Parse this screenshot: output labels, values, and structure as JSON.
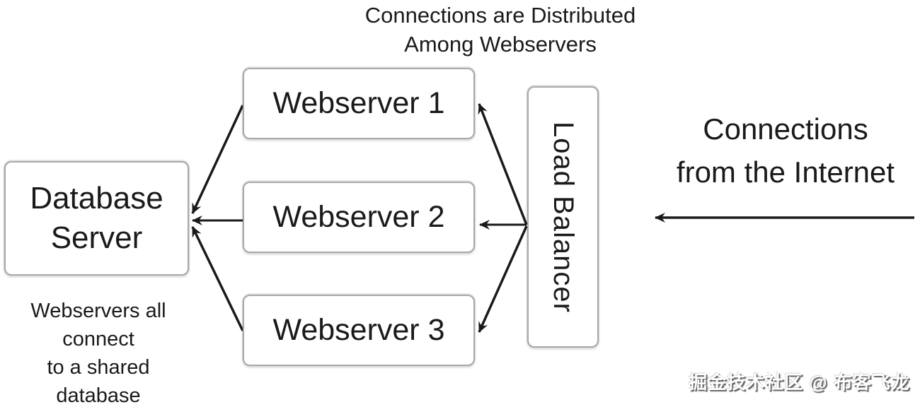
{
  "title": "Connections are Distributed\nAmong Webservers",
  "nodes": {
    "webserver1": {
      "label": "Webserver 1"
    },
    "webserver2": {
      "label": "Webserver 2"
    },
    "webserver3": {
      "label": "Webserver 3"
    },
    "load_balancer": {
      "label": "Load Balancer"
    },
    "database_server": {
      "label": "Database\nServer"
    }
  },
  "annotations": {
    "internet_label": "Connections\nfrom the Internet",
    "database_note": "Webservers all\nconnect\nto a shared\ndatabase",
    "watermark": "掘金技术社区 @ 布客飞龙"
  },
  "edges": [
    {
      "from": "internet",
      "to": "load_balancer",
      "direction": "left"
    },
    {
      "from": "load_balancer",
      "to": "webserver1"
    },
    {
      "from": "load_balancer",
      "to": "webserver2"
    },
    {
      "from": "load_balancer",
      "to": "webserver3"
    },
    {
      "from": "webserver1",
      "to": "database_server"
    },
    {
      "from": "webserver2",
      "to": "database_server"
    },
    {
      "from": "webserver3",
      "to": "database_server"
    }
  ],
  "colors": {
    "background": "#ffffff",
    "text": "#1a1a1a",
    "box_border": "#a9a9a9",
    "box_fill": "#ffffff",
    "arrow": "#1a1a1a",
    "watermark_text": "#ffffff"
  }
}
